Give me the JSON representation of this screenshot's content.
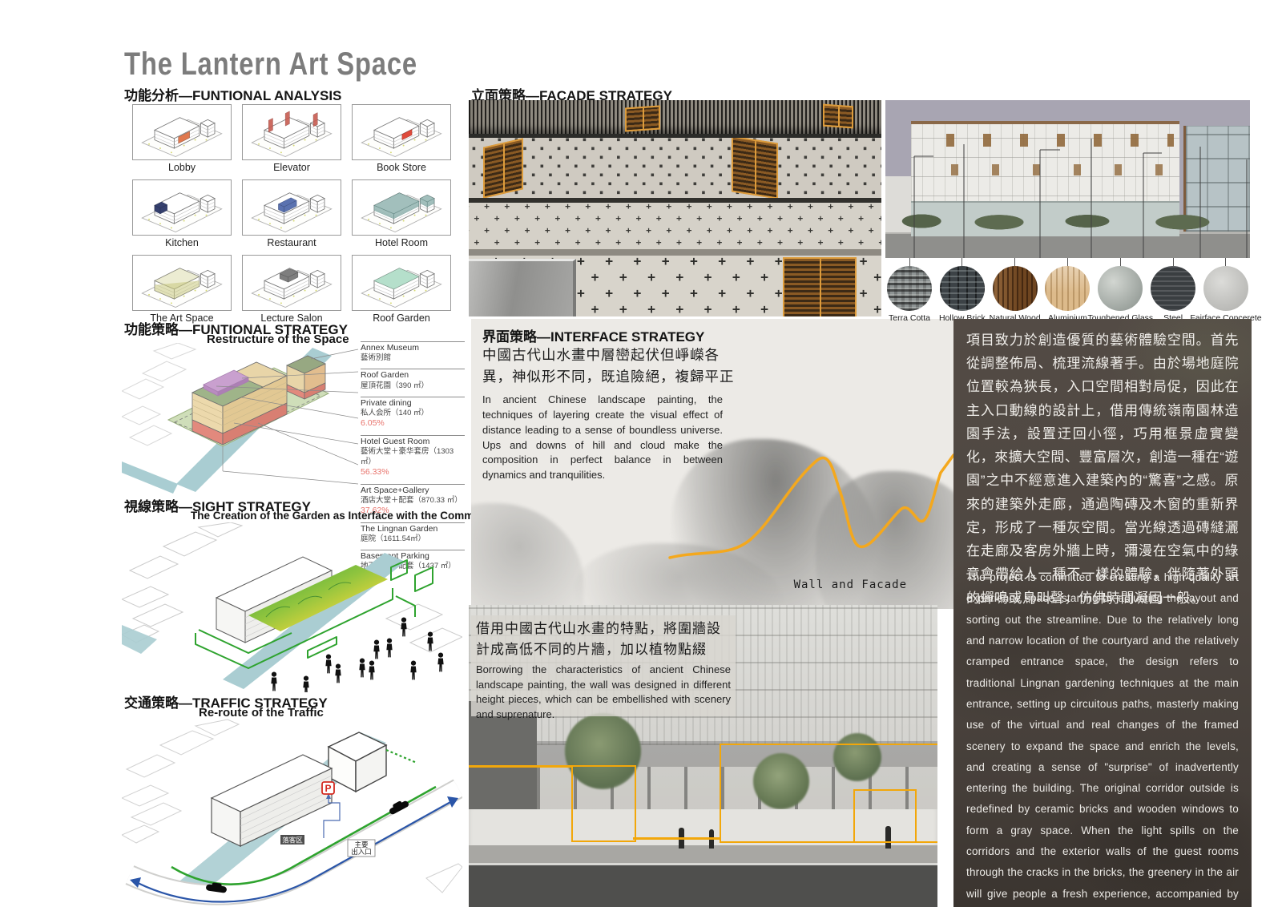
{
  "title": "The Lantern Art Space",
  "functional_analysis": {
    "heading": "功能分析—FUNTIONAL ANALYSIS",
    "cards": [
      {
        "label": "Lobby",
        "color": "#e0794f",
        "shape": "center-low"
      },
      {
        "label": "Elevator",
        "color": "#c75b51",
        "shape": "vertical-slabs"
      },
      {
        "label": "Book Store",
        "color": "#df4b3c",
        "shape": "small-right"
      },
      {
        "label": "Kitchen",
        "color": "#35406e",
        "shape": "left-end"
      },
      {
        "label": "Restaurant",
        "color": "#5a72b0",
        "shape": "center-mid"
      },
      {
        "label": "Hotel Room",
        "color": "#92b5b1",
        "shape": "upper-volume"
      },
      {
        "label": "The Art Space",
        "color": "#c9c97e",
        "shape": "base-floor"
      },
      {
        "label": "Lecture Salon",
        "color": "#7e7e7e",
        "shape": "roof-box"
      },
      {
        "label": "Roof Garden",
        "color": "#aedcc6",
        "shape": "roof-surface"
      }
    ]
  },
  "functional_strategy": {
    "heading": "功能策略—FUNTIONAL STRATEGY",
    "subtitle": "Restructure of the Space",
    "annotations": [
      {
        "en": "Annex Museum",
        "zh": "藝術別館",
        "pct": ""
      },
      {
        "en": "Roof Garden",
        "zh": "屋頂花園（390 ㎡）",
        "pct": ""
      },
      {
        "en": "Private dining",
        "zh": "私人会所（140 ㎡）",
        "pct": "6.05%"
      },
      {
        "en": "Hotel Guest Room",
        "zh": "藝術大堂＋豪华套房（1303 ㎡）",
        "pct": "56.33%"
      },
      {
        "en": "Art Space+Gallery",
        "zh": "酒店大堂＋配套（870.33 ㎡）",
        "pct": "37.62%"
      },
      {
        "en": "The Lingnan Garden",
        "zh": "庭院（1611.54㎡）",
        "pct": ""
      },
      {
        "en": "Basement Parking",
        "zh": "地下车库＋配套（1437 ㎡）",
        "pct": ""
      }
    ]
  },
  "sight_strategy": {
    "heading": "視線策略—SIGHT STRATEGY",
    "subtitle": "The Creation of the Garden as Interface with the Community"
  },
  "traffic_strategy": {
    "heading": "交通策略—TRAFFIC STRATEGY",
    "subtitle": "Re-route of the Traffic",
    "parking_label": "P",
    "dropoff_label": "落客区",
    "entrance_label_1": "主要",
    "entrance_label_2": "出入口"
  },
  "facade_strategy": {
    "heading": "立面策略—FACADE STRATEGY"
  },
  "interface_strategy": {
    "heading": "界面策略—INTERFACE STRATEGY",
    "zh_line1": "中國古代山水畫中層巒起伏但崢嶸各",
    "zh_line2": "異，神似形不同，既追險絕，複歸平正",
    "en": "In ancient Chinese landscape painting, the techniques of layering create the visual effect of distance leading to a sense of boundless universe. Ups and downs of hill and cloud make the composition in perfect balance in between dynamics and tranquilities.",
    "caption": "Wall and Facade",
    "wall_zh_line1": "借用中國古代山水畫的特點，將圍牆設",
    "wall_zh_line2": "計成高低不同的片牆，加以植物點綴",
    "wall_en": "Borrowing the characteristics of ancient Chinese landscape painting, the wall was designed in different height pieces, which can be embellished with scenery and suprenature."
  },
  "materials": [
    {
      "label": "Terra Cotta",
      "texture": "weave"
    },
    {
      "label": "Hollow Brick",
      "texture": "brick"
    },
    {
      "label": "Natural Wood",
      "texture": "wood"
    },
    {
      "label": "Aluminium",
      "texture": "alu"
    },
    {
      "label": "Toughened Glass",
      "texture": "glass"
    },
    {
      "label": "Steel",
      "texture": "steel"
    },
    {
      "label": "Fairface Concerete",
      "texture": "conc"
    }
  ],
  "description": {
    "zh": "項目致力於創造優質的藝術體驗空間。首先從調整佈局、梳理流線著手。由於場地庭院位置較為狹長，入口空間相對局促，因此在主入口動線的設計上，借用傳統嶺南園林造園手法，設置迂回小徑，巧用框景虛實變化，來擴大空間、豐富層次，創造一種在“遊園”之中不經意進入建築內的“驚喜”之感。原來的建築外走廊，通過陶磚及木窗的重新界定，形成了一種灰空間。當光線透過磚縫灑在走廊及客房外牆上時，彌漫在空氣中的綠意會帶給人一種不一樣的體驗，伴隨著外頭的蟬鳴或鳥叫聲，仿佛時間凝固一般。",
    "en": "The project is committed to creating a high-quality art experience space, starting by adjusting the layout and sorting out the streamline. Due to the relatively long and narrow location of the courtyard and the relatively cramped entrance space, the design refers to traditional Lingnan gardening techniques at the main entrance, setting up circuitous paths, masterly making use of the virtual and real changes of the framed scenery to expand the space and enrich the levels, and creating a sense of \"surprise\" of inadvertently entering the building. The original corridor outside is redefined by ceramic bricks and wooden windows to form a gray space. When the light spills on the corridors and the exterior walls of the guest rooms through the cracks in the bricks, the greenery in the air will give people a fresh experience, accompanied by the sounds of cicadas or birds outside, as if time has frozen."
  },
  "colors": {
    "accent_yellow": "#f2a70a",
    "route_green": "#2ea32e",
    "route_blue": "#2a55a8",
    "canal_teal": "#aacdd2",
    "pct_red": "#e8736c",
    "shutter_orange": "#dc9c3c"
  }
}
